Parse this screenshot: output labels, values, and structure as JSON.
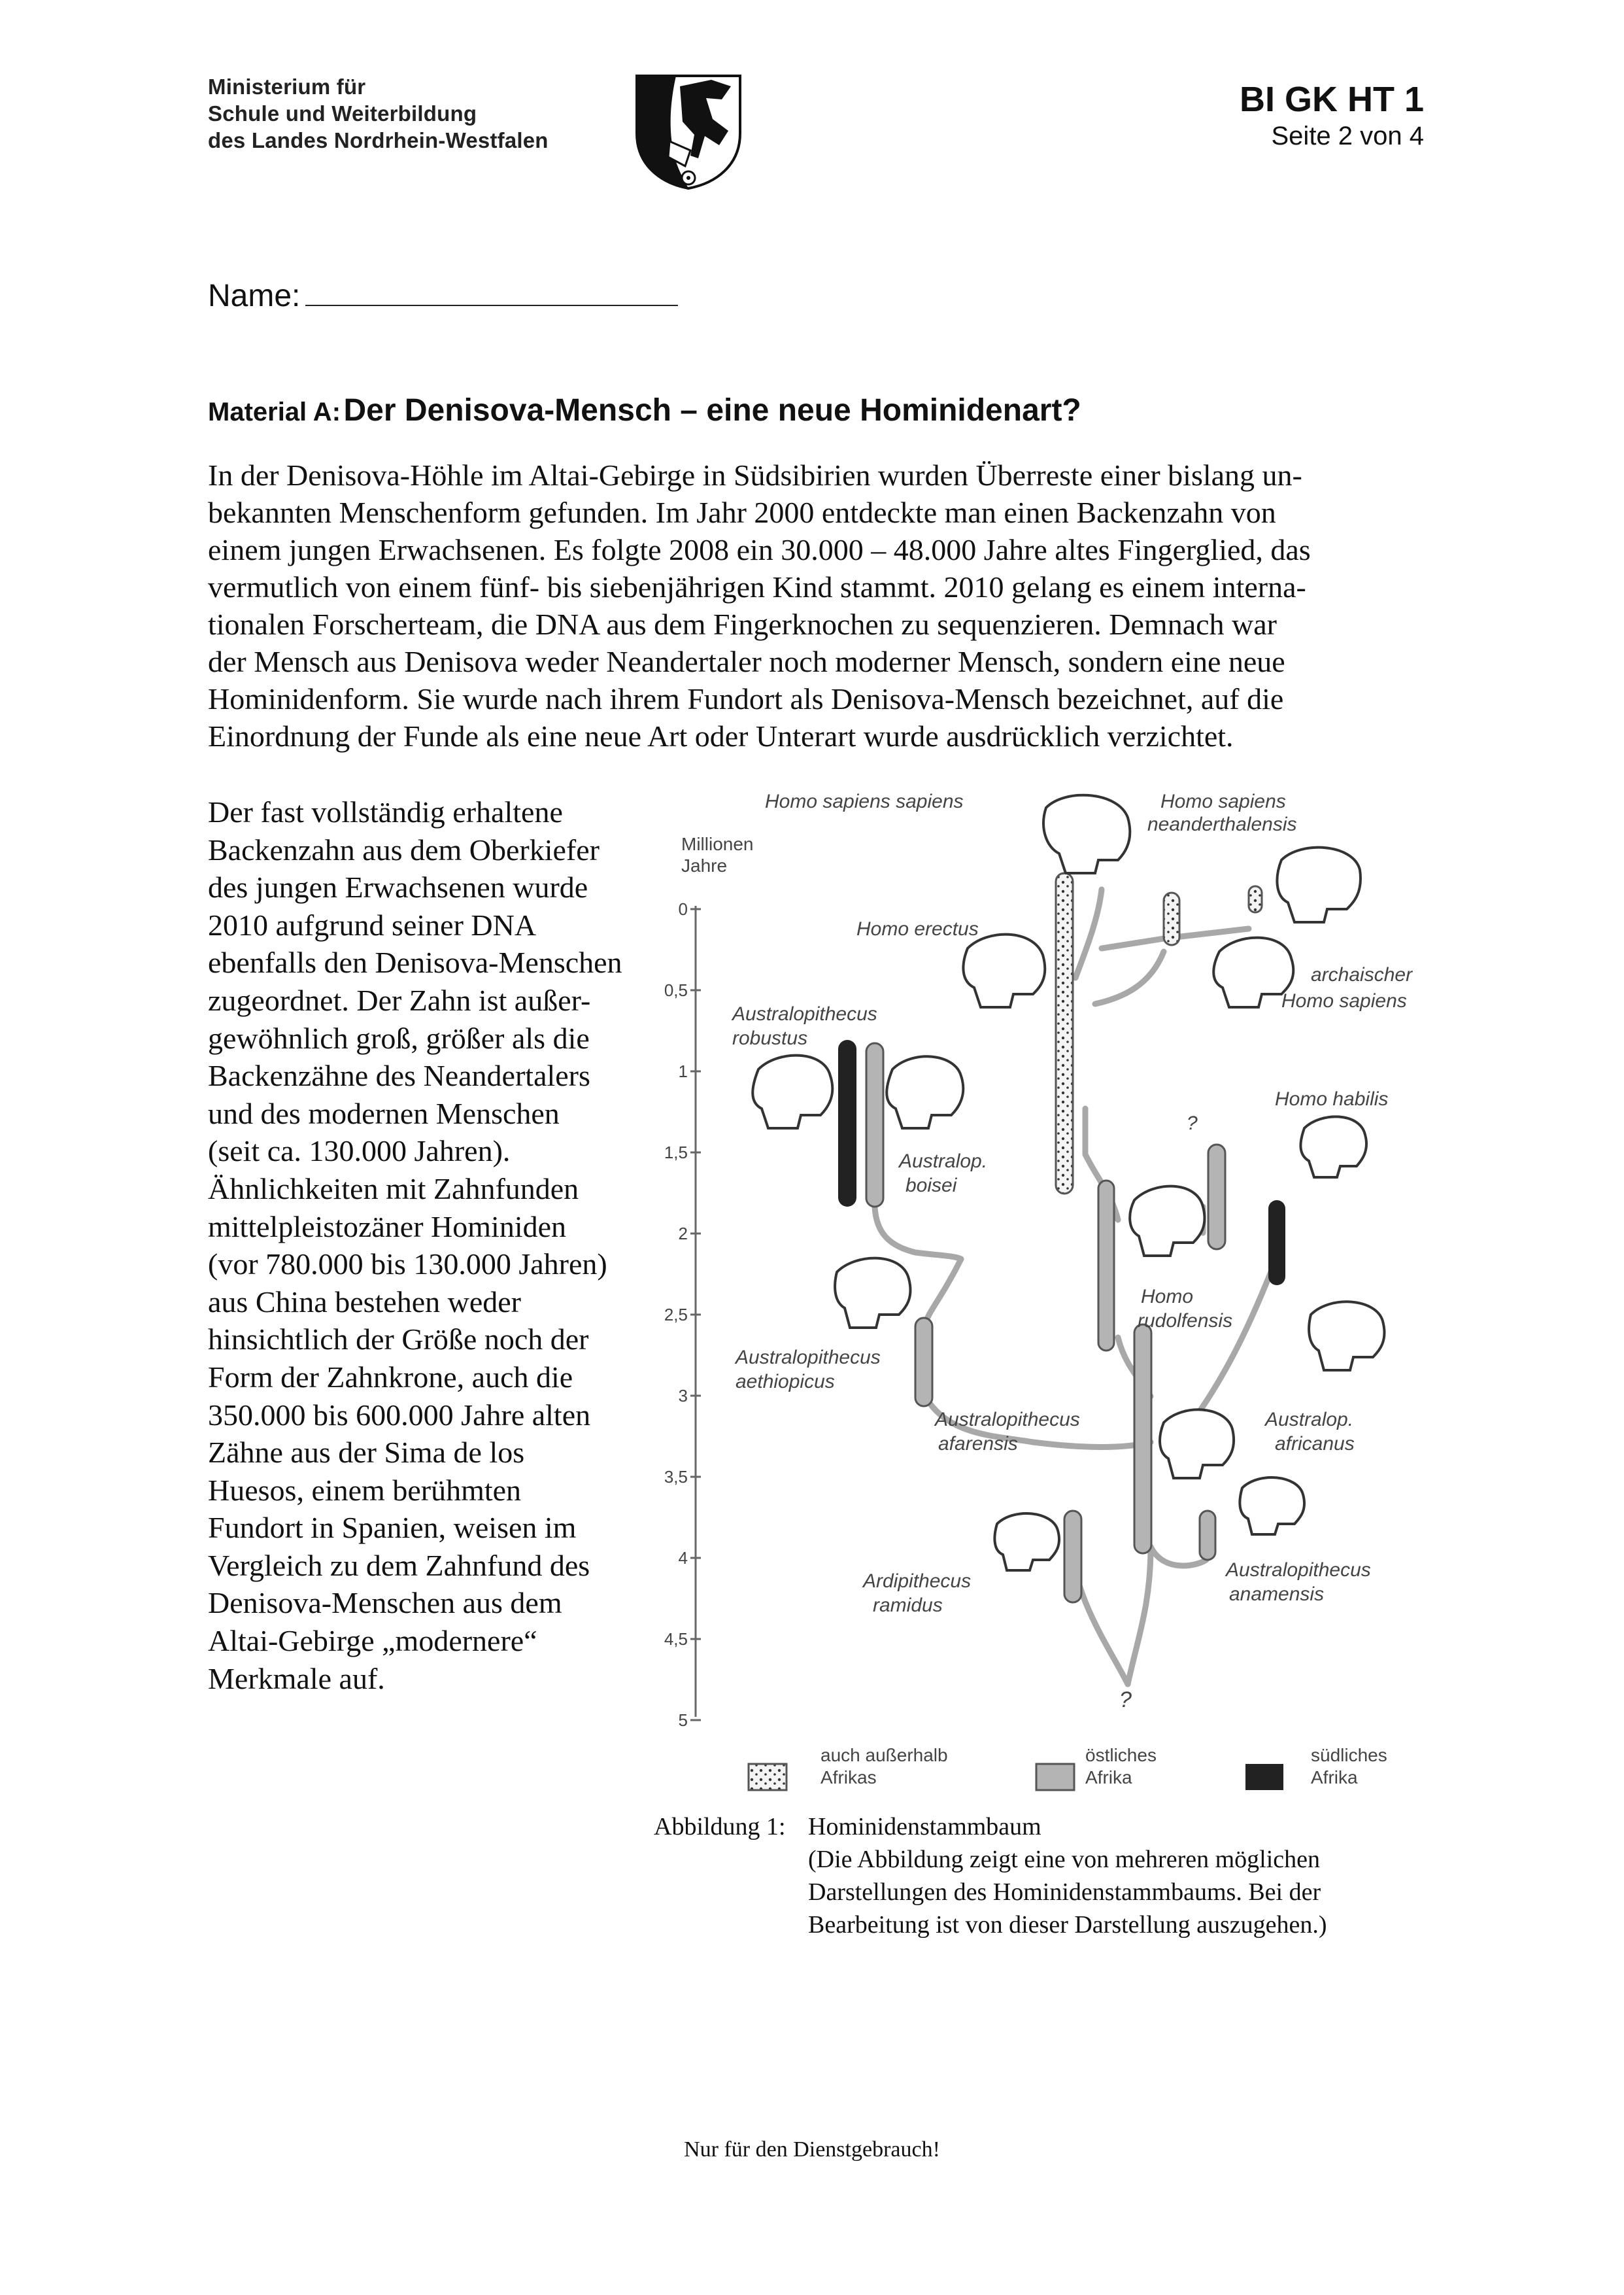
{
  "header": {
    "ministry_lines": [
      "Ministerium für",
      "Schule und Weiterbildung",
      "des Landes Nordrhein-Westfalen"
    ],
    "doc_code": "BI GK HT 1",
    "page_info": "Seite 2 von 4"
  },
  "name_label": "Name:",
  "material": {
    "label": "Material A:",
    "title": "Der Denisova-Mensch – eine neue Hominidenart?"
  },
  "intro_lines": [
    "In der Denisova-Höhle im Altai-Gebirge in Südsibirien wurden Überreste einer bislang un-",
    "bekannten Menschenform gefunden. Im Jahr 2000 entdeckte man einen Backenzahn von",
    "einem jungen Erwachsenen. Es folgte 2008 ein 30.000 – 48.000 Jahre altes Fingerglied, das",
    "vermutlich von einem fünf- bis siebenjährigen Kind stammt. 2010 gelang es einem interna-",
    "tionalen Forscherteam, die DNA aus dem Fingerknochen zu sequenzieren. Demnach war",
    "der Mensch aus Denisova weder Neandertaler noch moderner Mensch, sondern eine neue",
    "Hominidenform. Sie wurde nach ihrem Fundort als Denisova-Mensch bezeichnet, auf die",
    "Einordnung der Funde als eine neue Art oder Unterart wurde ausdrücklich verzichtet."
  ],
  "side_lines": [
    "Der fast vollständig erhaltene",
    "Backenzahn aus dem Oberkiefer",
    "des jungen Erwachsenen wurde",
    "2010 aufgrund seiner DNA",
    "ebenfalls den Denisova-Menschen",
    "zugeordnet. Der Zahn ist außer-",
    "gewöhnlich groß, größer als die",
    "Backenzähne des Neandertalers",
    "und des modernen Menschen",
    "(seit ca. 130.000 Jahren).",
    "Ähnlichkeiten mit Zahnfunden",
    "mittelpleistozäner Hominiden",
    "(vor 780.000 bis 130.000 Jahren)",
    "aus China bestehen weder",
    "hinsichtlich der Größe noch der",
    "Form der Zahnkrone, auch die",
    "350.000 bis 600.000 Jahre alten",
    "Zähne aus der Sima de los",
    "Huesos, einem berühmten",
    "Fundort in Spanien, weisen im",
    "Vergleich zu dem Zahnfund des",
    "Denisova-Menschen aus dem",
    "Altai-Gebirge „modernere“",
    "Merkmale auf."
  ],
  "figure": {
    "axis_label_lines": [
      "Millionen",
      "Jahre"
    ],
    "ticks": [
      "0",
      "0,5",
      "1",
      "1,5",
      "2",
      "2,5",
      "3",
      "3,5",
      "4",
      "4,5",
      "5"
    ],
    "species": {
      "hss": "Homo sapiens sapiens",
      "hsn1": "Homo sapiens",
      "hsn2": "neanderthalensis",
      "herectus": "Homo erectus",
      "archaic1": "archaischer",
      "archaic2": "Homo sapiens",
      "robustus1": "Australopithecus",
      "robustus2": "robustus",
      "boisei1": "Australop.",
      "boisei2": "boisei",
      "habilis": "Homo habilis",
      "rudolfensis1": "Homo",
      "rudolfensis2": "rudolfensis",
      "aethiopicus1": "Australopithecus",
      "aethiopicus2": "aethiopicus",
      "afarensis1": "Australopithecus",
      "afarensis2": "afarensis",
      "africanus1": "Australop.",
      "africanus2": "africanus",
      "ardipithecus1": "Ardipithecus",
      "ardipithecus2": "ramidus",
      "anamensis1": "Australopithecus",
      "anamensis2": "anamensis",
      "q1": "?",
      "q2": "?"
    },
    "legend": {
      "outside1": "auch außerhalb",
      "outside2": "Afrikas",
      "east1": "östliches",
      "east2": "Afrika",
      "south1": "südliches",
      "south2": "Afrika"
    },
    "colors": {
      "east_africa": "#b4b4b4",
      "south_africa": "#222222",
      "outside_africa": "#f4f4f4",
      "branch": "#a8a8a8"
    }
  },
  "caption": {
    "label": "Abbildung 1:",
    "lines": [
      "Hominidenstammbaum",
      "(Die Abbildung zeigt eine von mehreren möglichen",
      "Darstellungen des Hominidenstammbaums. Bei der",
      "Bearbeitung ist von dieser Darstellung auszugehen.)"
    ]
  },
  "footer": "Nur für den Dienstgebrauch!"
}
